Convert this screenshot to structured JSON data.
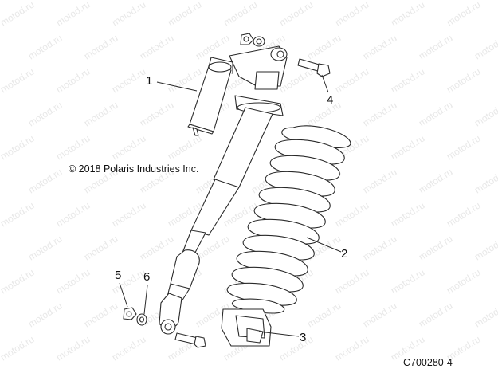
{
  "copyright": "© 2018 Polaris Industries Inc.",
  "part_number": "C700280-4",
  "watermark": "motod.ru",
  "callouts": {
    "c1": "1",
    "c2": "2",
    "c3": "3",
    "c4": "4",
    "c5": "5",
    "c6": "6"
  },
  "colors": {
    "line": "#2a2a2a",
    "fill": "#ffffff",
    "watermark": "#e8e8e8"
  }
}
